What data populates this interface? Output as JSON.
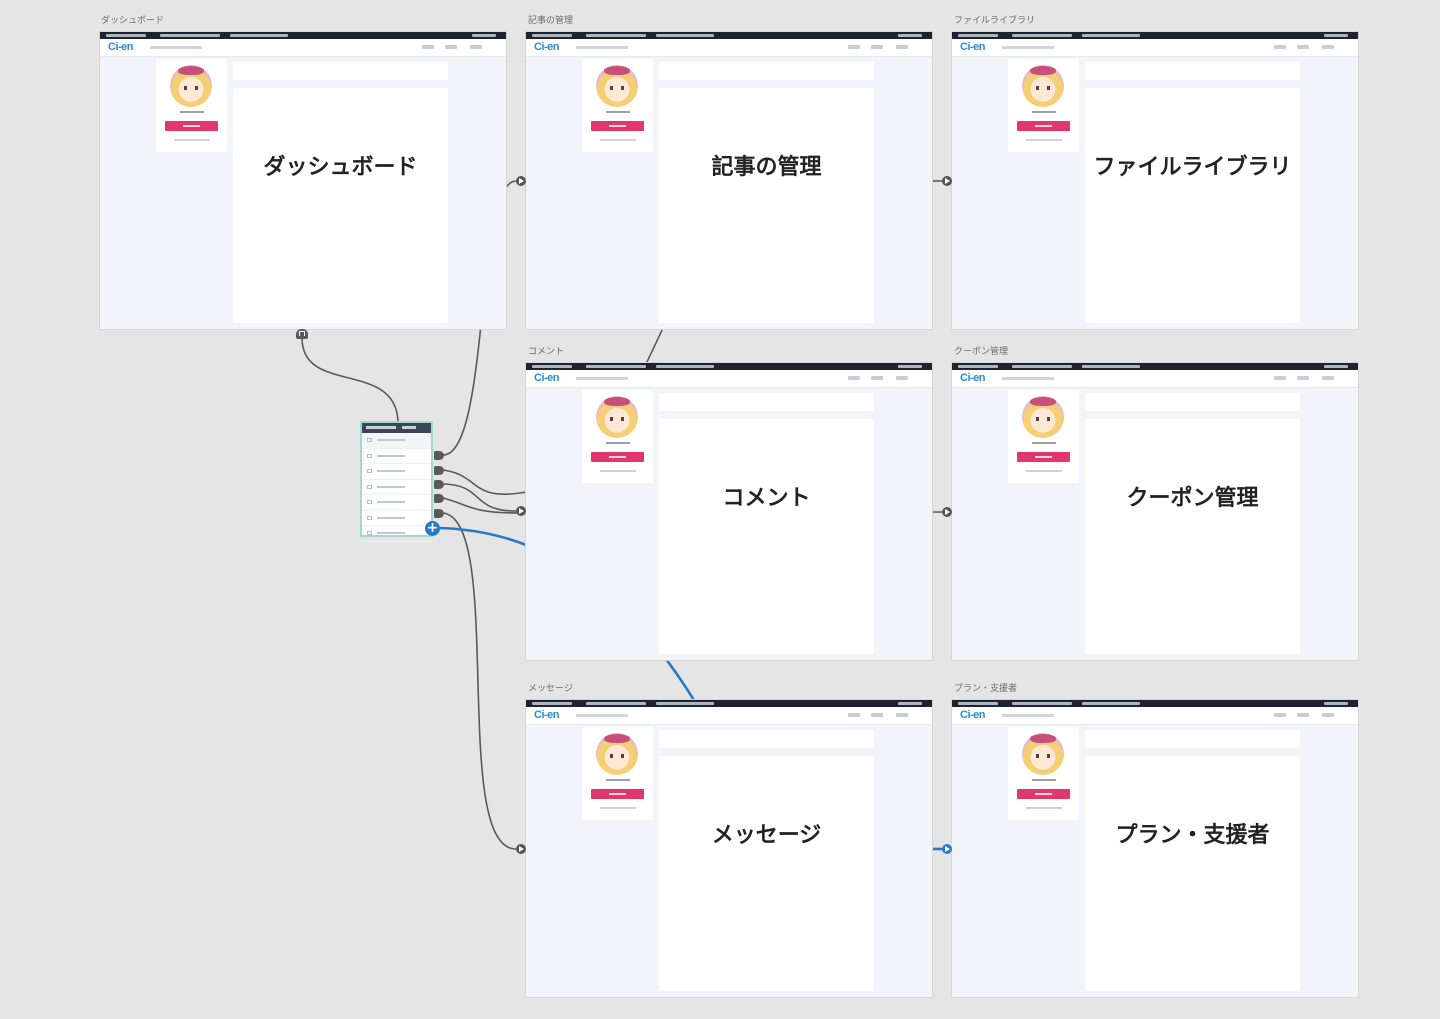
{
  "artboards": [
    {
      "id": "dashboard",
      "label": "ダッシュボード",
      "title": "ダッシュボード",
      "logo": "Ci-en"
    },
    {
      "id": "articles",
      "label": "記事の管理",
      "title": "記事の管理",
      "logo": "Ci-en"
    },
    {
      "id": "files",
      "label": "ファイルライブラリ",
      "title": "ファイルライブラリ",
      "logo": "Ci-en"
    },
    {
      "id": "comments",
      "label": "コメント",
      "title": "コメント",
      "logo": "Ci-en"
    },
    {
      "id": "coupons",
      "label": "クーポン管理",
      "title": "クーポン管理",
      "logo": "Ci-en"
    },
    {
      "id": "messages",
      "label": "メッセージ",
      "title": "メッセージ",
      "logo": "Ci-en"
    },
    {
      "id": "plans",
      "label": "プラン・支援者",
      "title": "プラン・支援者",
      "logo": "Ci-en"
    }
  ],
  "menu": {
    "items": [
      "dashboard",
      "articles",
      "comments",
      "messages",
      "files",
      "coupons",
      "plans"
    ]
  },
  "connections": [
    {
      "from": "menu-item-1",
      "to": "articles"
    },
    {
      "from": "menu-item-2",
      "to": "files"
    },
    {
      "from": "menu-item-3",
      "to": "comments"
    },
    {
      "from": "menu-item-4",
      "to": "coupons"
    },
    {
      "from": "menu-item-5",
      "to": "messages"
    },
    {
      "from": "menu-item-6",
      "to": "plans",
      "highlight": true,
      "color": "#2a78c8"
    },
    {
      "from": "menu",
      "to": "dashboard"
    }
  ],
  "colors": {
    "canvas": "#e5e5e5",
    "wire": "#5a5a5a",
    "wire_active": "#2a78c8",
    "accent_button": "#e2366f",
    "logo": "#2a8bd4",
    "menu_border": "#9fd8d4"
  },
  "icons": {
    "add_node": "plus-icon",
    "home_node": "home-icon"
  }
}
